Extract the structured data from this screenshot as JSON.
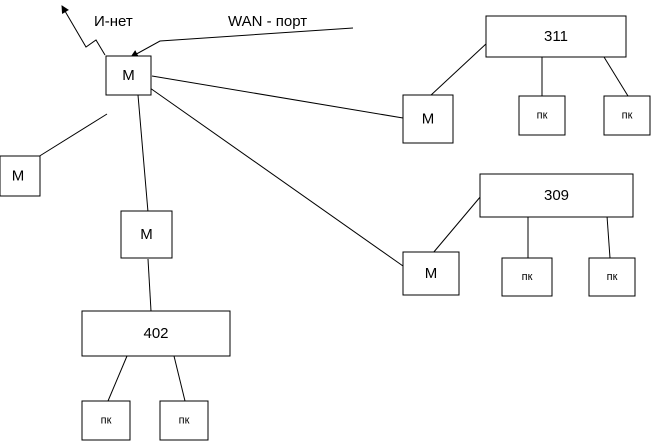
{
  "labels": {
    "internet": "И-нет",
    "wan_port": "WAN - порт",
    "modem": "М",
    "pc": "пк"
  },
  "rooms": {
    "room_311": "311",
    "room_309": "309",
    "room_402": "402"
  }
}
